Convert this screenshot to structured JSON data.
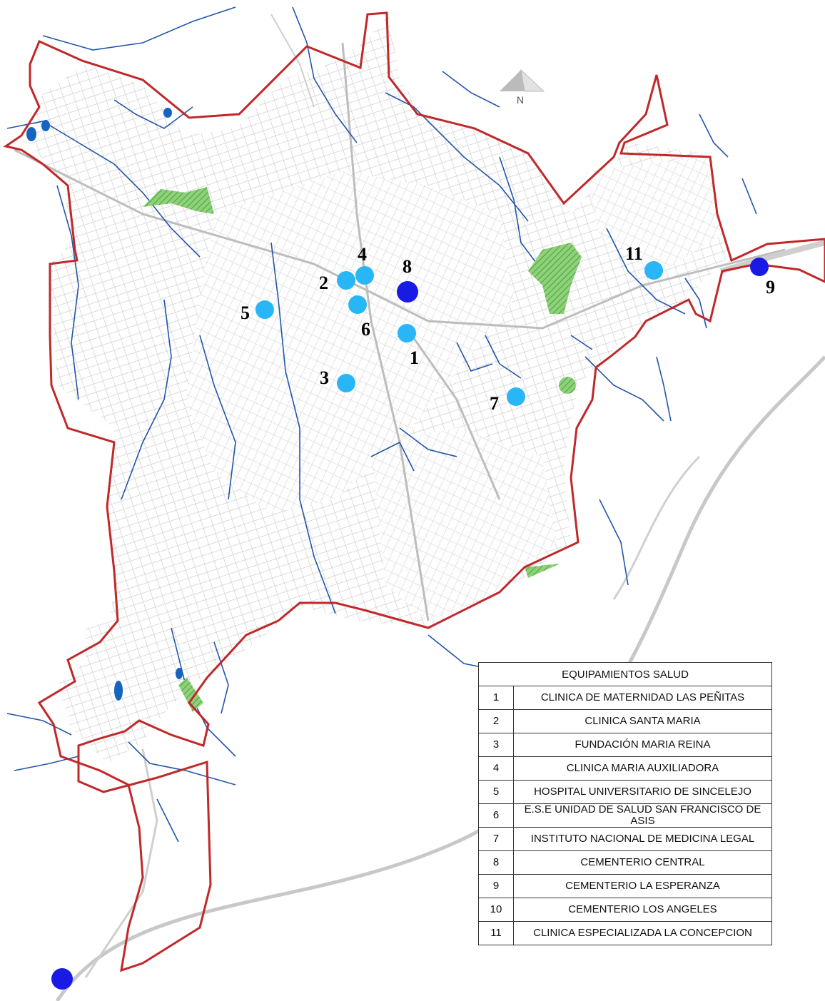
{
  "north_label": "N",
  "legend": {
    "title": "EQUIPAMIENTOS SALUD",
    "items": [
      {
        "num": "1",
        "name": "CLINICA DE MATERNIDAD LAS PEÑITAS"
      },
      {
        "num": "2",
        "name": "CLINICA SANTA MARIA"
      },
      {
        "num": "3",
        "name": "FUNDACIÓN MARIA REINA"
      },
      {
        "num": "4",
        "name": "CLINICA MARIA AUXILIADORA"
      },
      {
        "num": "5",
        "name": "HOSPITAL UNIVERSITARIO DE SINCELEJO"
      },
      {
        "num": "6",
        "name": "E.S.E UNIDAD DE SALUD SAN FRANCISCO DE ASIS"
      },
      {
        "num": "7",
        "name": "INSTITUTO NACIONAL DE MEDICINA LEGAL"
      },
      {
        "num": "8",
        "name": "CEMENTERIO CENTRAL"
      },
      {
        "num": "9",
        "name": "CEMENTERIO LA ESPERANZA"
      },
      {
        "num": "10",
        "name": "CEMENTERIO LOS ANGELES"
      },
      {
        "num": "11",
        "name": "CLINICA ESPECIALIZADA LA CONCEPCION"
      }
    ]
  },
  "markers": [
    {
      "label": "1",
      "type": "health"
    },
    {
      "label": "2",
      "type": "health"
    },
    {
      "label": "3",
      "type": "health"
    },
    {
      "label": "4",
      "type": "health"
    },
    {
      "label": "5",
      "type": "health"
    },
    {
      "label": "6",
      "type": "health"
    },
    {
      "label": "7",
      "type": "health"
    },
    {
      "label": "8",
      "type": "cemetery"
    },
    {
      "label": "9",
      "type": "cemetery"
    },
    {
      "label": "11",
      "type": "health"
    },
    {
      "label": "",
      "type": "cemetery"
    }
  ],
  "colors": {
    "health": "#29b6f6",
    "cemetery": "#1a1ae6",
    "boundary": "#c0282a",
    "river": "#2255aa",
    "street": "#c8c8c8",
    "highway": "#c4c4c4",
    "green": "#6dbf4b"
  }
}
